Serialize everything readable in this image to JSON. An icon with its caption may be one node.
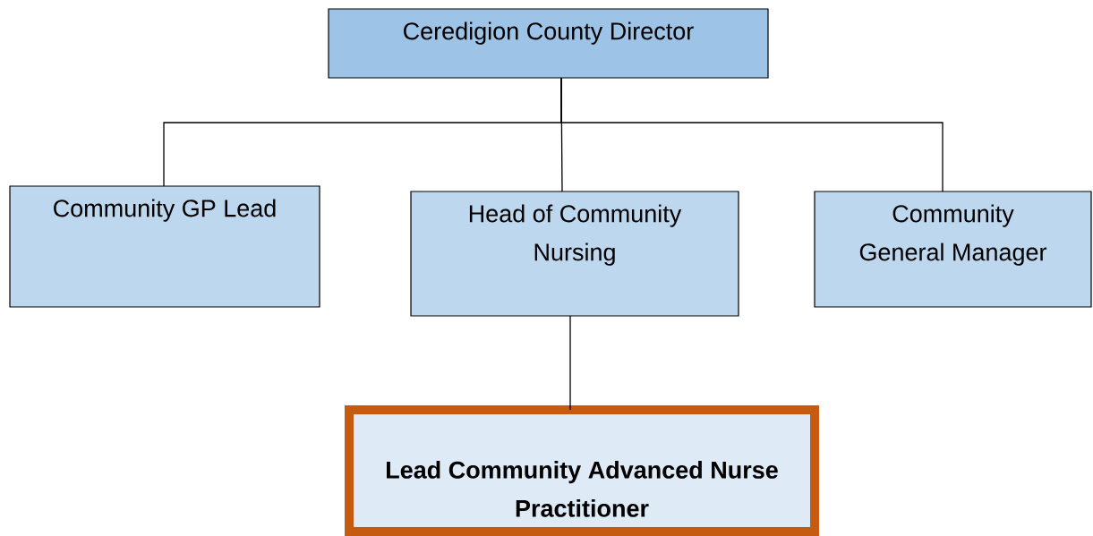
{
  "diagram": {
    "nodes": [
      {
        "text": [
          "Ceredigion County Director"
        ]
      },
      {
        "text": [
          "Community GP Lead"
        ]
      },
      {
        "text": [
          "Head of Community Nursing"
        ]
      },
      {
        "text": [
          "Community General Manager"
        ]
      },
      {
        "text": [
          "Lead Community Advanced Nurse Practitioner"
        ]
      }
    ],
    "edges": [
      {
        "from": 0,
        "to": 1,
        "arrow": "none"
      },
      {
        "from": 0,
        "to": 2,
        "arrow": "none"
      },
      {
        "from": 0,
        "to": 3,
        "arrow": "none"
      },
      {
        "from": 2,
        "to": 4,
        "arrow": "none"
      }
    ]
  }
}
